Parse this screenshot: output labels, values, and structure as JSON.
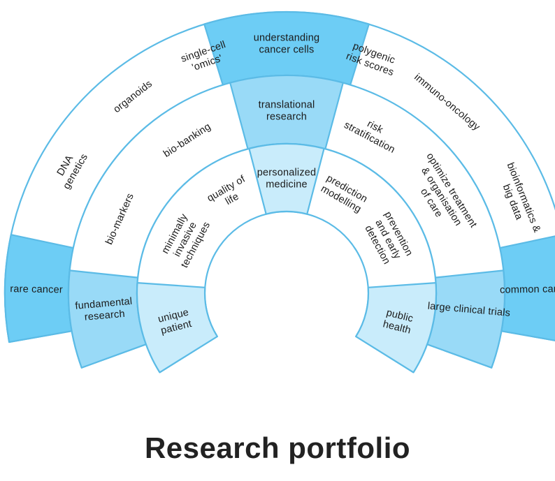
{
  "title": "Research portfolio",
  "colors": {
    "stroke": "#5bbbe6",
    "fill_dark": "#6dcdf5",
    "fill_mid": "#99daf7",
    "fill_light": "#c9ecfb",
    "background": "#ffffff",
    "text": "#1a1a1a"
  },
  "rings": {
    "outer": {
      "top_segment": "understanding cancer cells",
      "left_end": "rare cancer",
      "right_end": "common cancer",
      "items": [
        "DNA genetics",
        "organoids",
        "single-cell 'omics'",
        "polygenic risk scores",
        "immuno-oncology",
        "bioinformatics & big data"
      ]
    },
    "middle": {
      "top_segment": "translational research",
      "left_end": "fundamental research",
      "right_end": "large clinical trials",
      "items": [
        "bio-markers",
        "bio-banking",
        "risk stratification",
        "optimize treatment & organisation of care"
      ]
    },
    "inner": {
      "top_segment": "personalized medicine",
      "left_end": "unique patient",
      "right_end": "public health",
      "items": [
        "minimally invasive techniques",
        "quality of life",
        "prediction modelling",
        "prevention and early detection"
      ]
    }
  }
}
